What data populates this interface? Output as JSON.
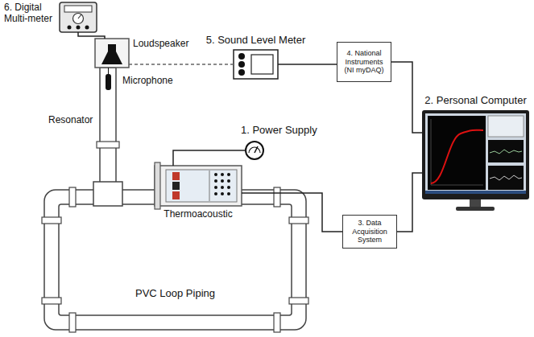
{
  "diagram": {
    "nodes": [
      {
        "text": [
          "6. Digital Multi-meter"
        ]
      },
      {
        "text": [
          "5. Sound Level Meter"
        ]
      },
      {
        "text": [
          "4. National Instruments (NI myDAQ)"
        ]
      },
      {
        "text": [
          "Loudspeaker"
        ]
      },
      {
        "text": [
          "2. Personal Computer"
        ]
      },
      {
        "text": [
          "1. Power Supply"
        ]
      },
      {
        "text": [
          "Thermoacoustic"
        ]
      },
      {
        "text": [
          "3. Data Acquisition System"
        ]
      },
      {
        "text": [
          "PVC Loop Piping"
        ]
      }
    ],
    "edges": [
      {
        "from": 0,
        "to": 3,
        "arrow": "none"
      },
      {
        "from": 1,
        "to": 3,
        "arrow": "none"
      },
      {
        "from": 1,
        "to": 2,
        "arrow": "none"
      },
      {
        "from": 2,
        "to": 4,
        "arrow": "none"
      },
      {
        "from": 5,
        "to": 6,
        "arrow": "none"
      },
      {
        "from": 6,
        "to": 7,
        "arrow": "none"
      },
      {
        "from": 7,
        "to": 4,
        "arrow": "none"
      }
    ],
    "labels": [
      "Microphone",
      "Resonator"
    ]
  }
}
